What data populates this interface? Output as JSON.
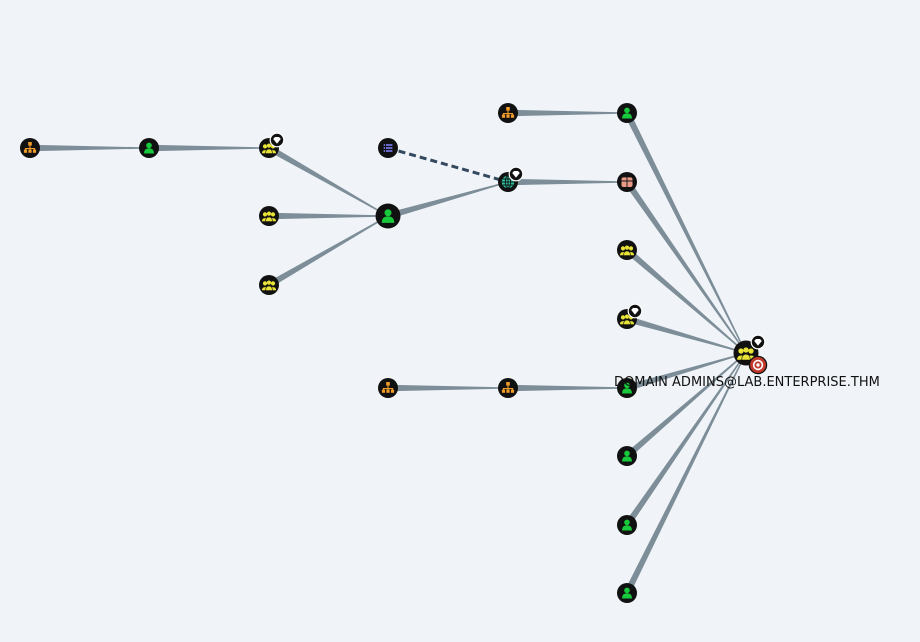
{
  "graph": {
    "target_label": "DOMAIN ADMINS@LAB.ENTERPRISE.THM",
    "colors": {
      "background": "#f0f4f8",
      "edge": "#7d8e99",
      "edge_dashed": "#34495e",
      "node_ring": "#111111",
      "user": "#17c93b",
      "group": "#e8e337",
      "ou": "#f29c2a",
      "domain": "#2ec4a0",
      "container": "#e99a86",
      "gpo": "#7b7ff5",
      "target_badge": "#c0392b"
    },
    "nodes": [
      {
        "id": "n1",
        "type": "ou",
        "icon": "ou-icon"
      },
      {
        "id": "n2",
        "type": "user",
        "icon": "user-icon"
      },
      {
        "id": "n3",
        "type": "group",
        "icon": "group-icon",
        "badge": "gem-icon"
      },
      {
        "id": "n4",
        "type": "group",
        "icon": "group-icon"
      },
      {
        "id": "n5",
        "type": "group",
        "icon": "group-icon"
      },
      {
        "id": "n6",
        "type": "user",
        "icon": "user-icon",
        "size": "large"
      },
      {
        "id": "n7",
        "type": "gpo",
        "icon": "list-icon"
      },
      {
        "id": "n8",
        "type": "domain",
        "icon": "globe-icon",
        "badge": "gem-icon"
      },
      {
        "id": "n9",
        "type": "ou",
        "icon": "ou-icon"
      },
      {
        "id": "n10",
        "type": "user",
        "icon": "user-icon"
      },
      {
        "id": "n11",
        "type": "container",
        "icon": "box-icon"
      },
      {
        "id": "n12",
        "type": "group",
        "icon": "group-icon"
      },
      {
        "id": "n13",
        "type": "group",
        "icon": "group-icon",
        "badge": "gem-icon"
      },
      {
        "id": "n14",
        "type": "ou",
        "icon": "ou-icon"
      },
      {
        "id": "n15",
        "type": "ou",
        "icon": "ou-icon"
      },
      {
        "id": "n16",
        "type": "user",
        "icon": "user-icon"
      },
      {
        "id": "n17",
        "type": "user",
        "icon": "user-icon"
      },
      {
        "id": "n18",
        "type": "user",
        "icon": "user-icon"
      },
      {
        "id": "n19",
        "type": "user",
        "icon": "user-icon"
      },
      {
        "id": "target",
        "type": "group",
        "icon": "group-icon",
        "size": "large",
        "badge": "gem-icon",
        "badge2": "target-icon"
      }
    ],
    "edges": [
      {
        "source": "n1",
        "target": "n2"
      },
      {
        "source": "n2",
        "target": "n3"
      },
      {
        "source": "n3",
        "target": "n6"
      },
      {
        "source": "n4",
        "target": "n6"
      },
      {
        "source": "n5",
        "target": "n6"
      },
      {
        "source": "n6",
        "target": "n8"
      },
      {
        "source": "n7",
        "target": "n8",
        "dashed": true
      },
      {
        "source": "n8",
        "target": "n11"
      },
      {
        "source": "n9",
        "target": "n10"
      },
      {
        "source": "n10",
        "target": "target"
      },
      {
        "source": "n11",
        "target": "target"
      },
      {
        "source": "n12",
        "target": "target"
      },
      {
        "source": "n13",
        "target": "target"
      },
      {
        "source": "n14",
        "target": "n15"
      },
      {
        "source": "n15",
        "target": "n16"
      },
      {
        "source": "n16",
        "target": "target"
      },
      {
        "source": "n17",
        "target": "target"
      },
      {
        "source": "n18",
        "target": "target"
      },
      {
        "source": "n19",
        "target": "target"
      }
    ]
  }
}
